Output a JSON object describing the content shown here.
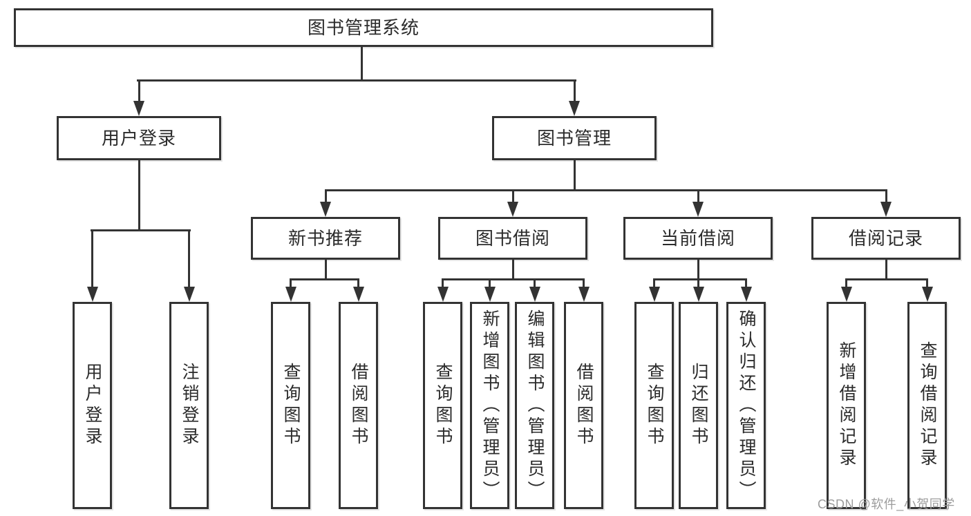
{
  "nodes": {
    "root": {
      "label": "图书管理系统"
    },
    "level2": [
      {
        "label": "用户登录"
      },
      {
        "label": "图书管理"
      }
    ],
    "level3": [
      {
        "label": "新书推荐",
        "parent": "图书管理"
      },
      {
        "label": "图书借阅",
        "parent": "图书管理"
      },
      {
        "label": "当前借阅",
        "parent": "图书管理"
      },
      {
        "label": "借阅记录",
        "parent": "图书管理"
      }
    ],
    "leaves": [
      {
        "label": "用户登录",
        "parent": "用户登录"
      },
      {
        "label": "注销登录",
        "parent": "用户登录"
      },
      {
        "label": "查询图书",
        "parent": "新书推荐"
      },
      {
        "label": "借阅图书",
        "parent": "新书推荐"
      },
      {
        "label": "查询图书",
        "parent": "图书借阅"
      },
      {
        "label": "新增图书（管理员）",
        "parent": "图书借阅"
      },
      {
        "label": "编辑图书（管理员）",
        "parent": "图书借阅"
      },
      {
        "label": "借阅图书",
        "parent": "图书借阅"
      },
      {
        "label": "查询图书",
        "parent": "当前借阅"
      },
      {
        "label": "归还图书",
        "parent": "当前借阅"
      },
      {
        "label": "确认归还（管理员）",
        "parent": "当前借阅"
      },
      {
        "label": "新增借阅记录",
        "parent": "借阅记录"
      },
      {
        "label": "查询借阅记录",
        "parent": "借阅记录"
      }
    ]
  },
  "watermark": {
    "text": "CSDN @软件_小贺同学"
  },
  "colors": {
    "line": "#333333",
    "text": "#2b2b2b",
    "watermark": "#9c9c9c",
    "background": "#ffffff"
  }
}
